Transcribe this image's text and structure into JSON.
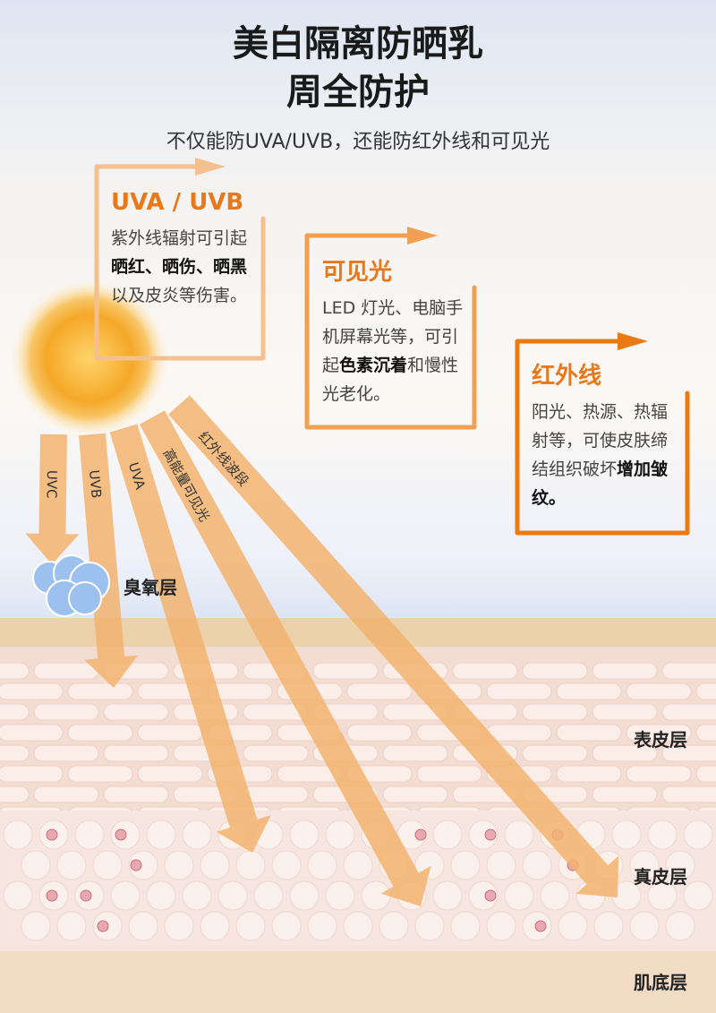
{
  "title": {
    "line1": "美白隔离防晒乳",
    "line2": "周全防护"
  },
  "subtitle": "不仅能防UVA/UVB，还能防红外线和可见光",
  "boxes": [
    {
      "heading": "UVA / UVB",
      "parts": [
        "紫外线辐射可引起",
        "晒红、晒伤、晒黑",
        "以及皮炎等伤害。"
      ],
      "color": "#f5c090"
    },
    {
      "heading": "可见光",
      "parts": [
        "LED 灯光、电脑手机屏幕光等，可引起",
        "色素沉着",
        "和慢性光老化。"
      ],
      "color": "#f0a050"
    },
    {
      "heading": "红外线",
      "parts": [
        "阳光、热源、热辐射等，可使皮肤缔结组织破坏",
        "增加皱纹。",
        ""
      ],
      "color": "#ec7a12"
    }
  ],
  "beams": [
    "UVC",
    "UVB",
    "UVA",
    "高能量可见光",
    "红外线波段"
  ],
  "layers": {
    "ozone": "臭氧层",
    "epidermis": "表皮层",
    "dermis": "真皮层",
    "subcutis": "肌底层"
  },
  "colors": {
    "beam": "#f2b36e",
    "accent": "#ec7a12"
  }
}
